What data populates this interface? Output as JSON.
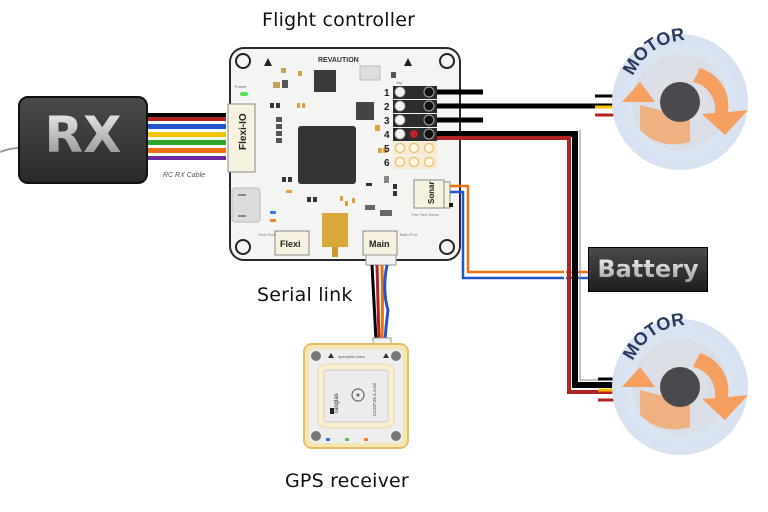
{
  "labels": {
    "flight_controller": "Flight controller",
    "serial_link": "Serial link",
    "gps_receiver": "GPS receiver"
  },
  "rx": {
    "label": "RX",
    "cable_label": "RC RX Cable"
  },
  "battery": {
    "label": "Battery"
  },
  "motors": [
    {
      "label": "MOTOR"
    },
    {
      "label": "MOTOR"
    }
  ],
  "flight_controller_board": {
    "brand": "REVAUTION",
    "power_label": "Power",
    "flexi_io_label": "Flexi-IO",
    "flexi_label": "Flexi",
    "main_label": "Main",
    "sonar_label": "Sonar",
    "flexi_port_label": "Flexi Port",
    "main_port_label": "Main Port",
    "sonar_port_label": "Pwr Sen Sonar",
    "output_header_label": "Sig",
    "output_pins": [
      "1",
      "2",
      "3",
      "4",
      "5",
      "6"
    ]
  },
  "gps_board": {
    "top_label": "openpilot ublox",
    "chip_label": "Taoglas",
    "chip_model": "CGGP.25.4.A.02"
  },
  "wire_colors": {
    "rx_cable": [
      "#000000",
      "#b22222",
      "#ffffff",
      "#2255cc",
      "#f5c400",
      "#ffffff",
      "#2ea52e",
      "#ffffff",
      "#f07010",
      "#6a2aa0"
    ],
    "signal": "#000000",
    "power": "#b22222",
    "sonar_orange": "#f07010",
    "sonar_blue": "#2255cc",
    "motor_accent": "#f5a060",
    "motor_ring": "#dde6f2",
    "motor_text": "#2a3a5c"
  }
}
